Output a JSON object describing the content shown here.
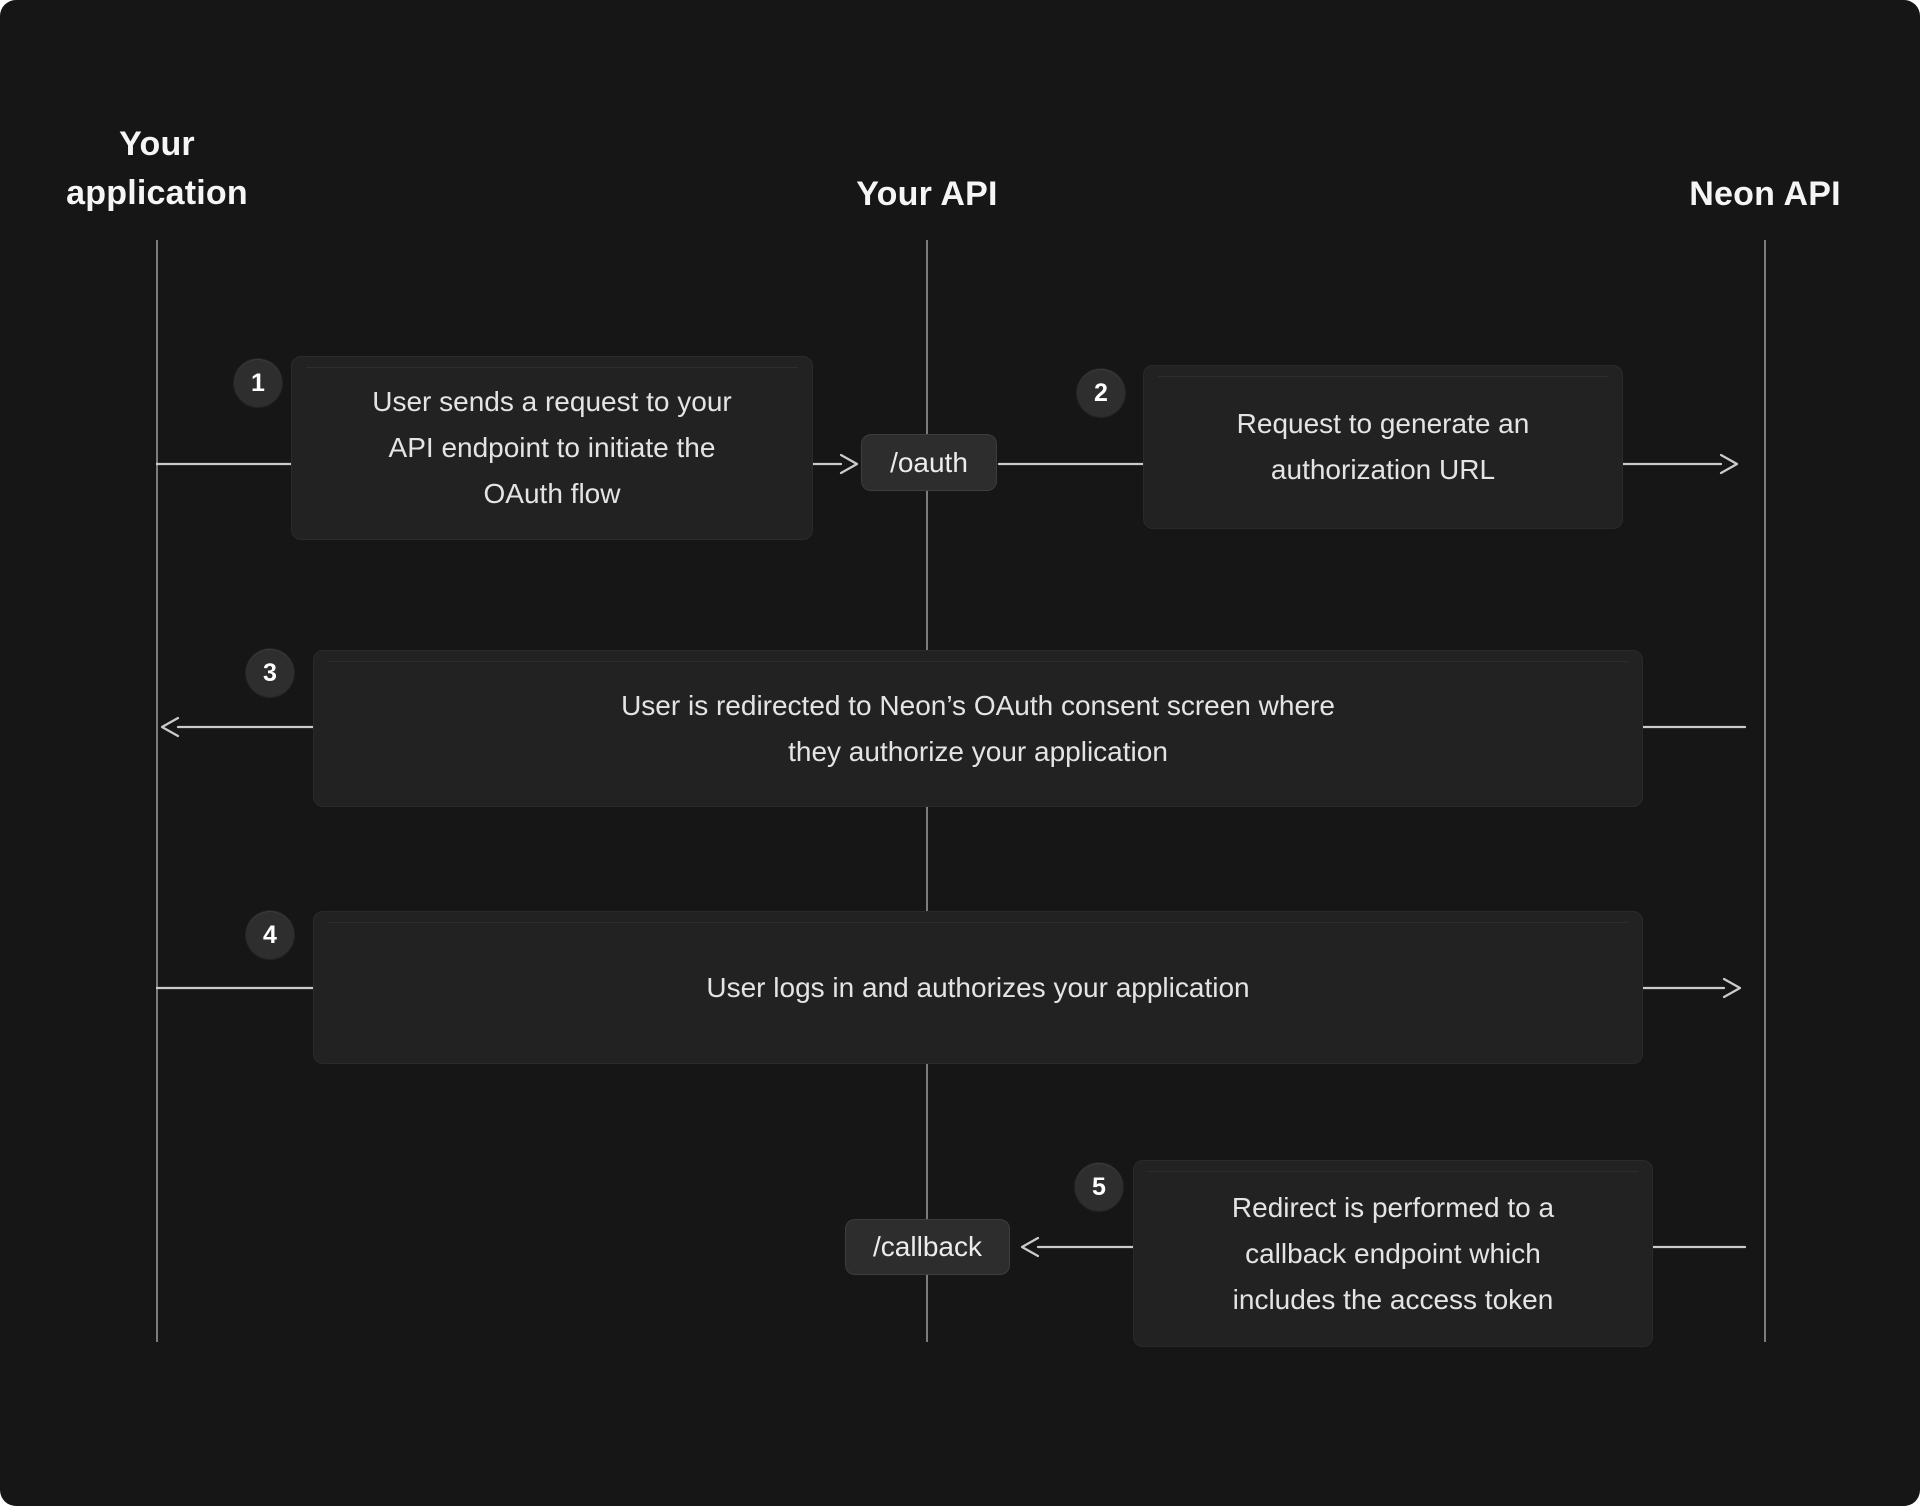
{
  "colors": {
    "background": "#161616",
    "box": "#222222",
    "chip": "#2d2d2d",
    "badge": "#2e2e2e",
    "lifeline": "#8e8e8e",
    "arrow": "#cbcbcb",
    "heading": "#f5f5f5",
    "text": "#e4e4e4"
  },
  "actors": [
    {
      "label": "Your application"
    },
    {
      "label": "Your API"
    },
    {
      "label": "Neon API"
    }
  ],
  "endpoints": [
    {
      "label": "/oauth"
    },
    {
      "label": "/callback"
    }
  ],
  "steps": [
    {
      "number": "1",
      "text": "User sends a request to your\nAPI endpoint to initiate the\nOAuth flow"
    },
    {
      "number": "2",
      "text": "Request to generate an\nauthorization URL"
    },
    {
      "number": "3",
      "text": "User is redirected to Neon’s OAuth consent screen where\nthey authorize your application"
    },
    {
      "number": "4",
      "text": "User logs in and authorizes your application"
    },
    {
      "number": "5",
      "text": "Redirect is performed to a\ncallback endpoint which\nincludes the access token"
    }
  ]
}
